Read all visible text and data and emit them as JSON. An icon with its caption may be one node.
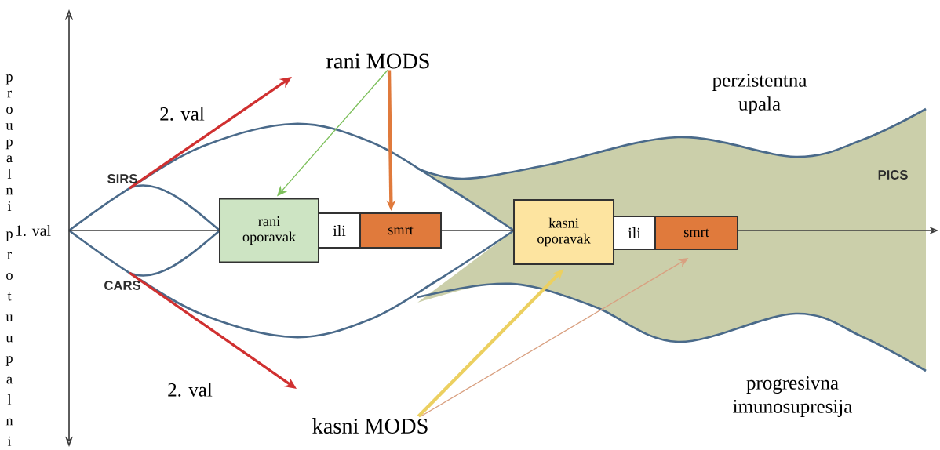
{
  "diagram": {
    "nodes": [
      {
        "text": [
          "rani MODS"
        ]
      },
      {
        "text": [
          "kasni MODS"
        ]
      },
      {
        "text": [
          "rani oporavak"
        ]
      },
      {
        "text": [
          "ili"
        ]
      },
      {
        "text": [
          "smrt"
        ]
      },
      {
        "text": [
          "kasni oporavak"
        ]
      },
      {
        "text": [
          "ili"
        ]
      },
      {
        "text": [
          "smrt"
        ]
      }
    ],
    "edges": [
      {
        "from": 0,
        "to": 2,
        "arrow": "to",
        "color": "#7cbf5a"
      },
      {
        "from": 0,
        "to": 4,
        "arrow": "to",
        "style": "thick",
        "color": "#e07a3c"
      },
      {
        "from": 1,
        "to": 5,
        "arrow": "to",
        "style": "thick",
        "color": "#ecd060"
      },
      {
        "from": 1,
        "to": 7,
        "arrow": "to",
        "color": "#d9a080"
      }
    ],
    "labels": [
      "proupalni",
      "1. val",
      "protuupalni",
      "SIRS",
      "CARS",
      "2. val",
      "2. val",
      "perzistentna upala",
      "PICS",
      "progresivna imunosupresija"
    ]
  }
}
